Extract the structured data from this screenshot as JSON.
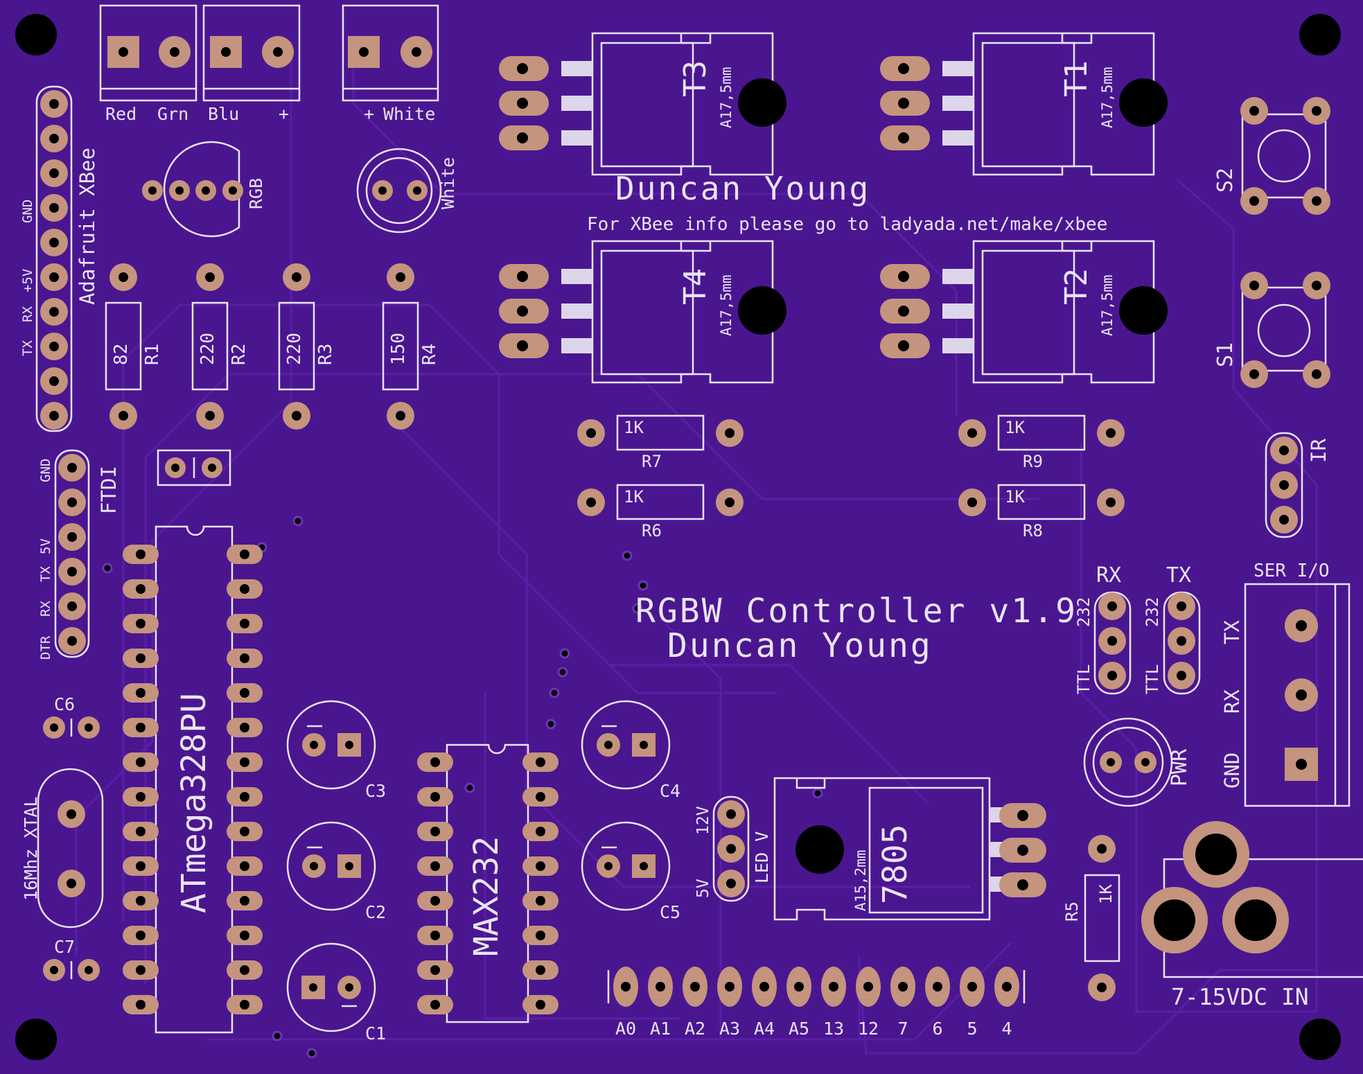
{
  "colors": {
    "board": "#4a1690",
    "silkscreen": "#e9e4f2",
    "pad": "#c4947e",
    "trace": "#5a1ea6",
    "drill": "#000000"
  },
  "title": {
    "line1": "RGBW Controller v1.9",
    "line2": "Duncan Young"
  },
  "top_text": {
    "author": "Duncan Young",
    "info": "For XBee info please go to ladyada.net/make/xbee"
  },
  "terminals": {
    "labels": [
      "Red",
      "Grn",
      "Blu",
      "+",
      "+",
      "White"
    ]
  },
  "xbee": {
    "title": "Adafruit XBee",
    "pins": [
      "GND",
      "+5V",
      "RX",
      "TX"
    ]
  },
  "ftdi": {
    "title": "FTDI",
    "pins": [
      "GND",
      "5V",
      "TX",
      "RX",
      "DTR"
    ]
  },
  "leds": {
    "rgb": "RGB",
    "white": "White",
    "pwr": "PWR"
  },
  "resistors": [
    {
      "ref": "R1",
      "value": "82"
    },
    {
      "ref": "R2",
      "value": "220"
    },
    {
      "ref": "R3",
      "value": "220"
    },
    {
      "ref": "R4",
      "value": "150"
    },
    {
      "ref": "R5",
      "value": "1K"
    },
    {
      "ref": "R6",
      "value": "1K"
    },
    {
      "ref": "R7",
      "value": "1K"
    },
    {
      "ref": "R8",
      "value": "1K"
    },
    {
      "ref": "R9",
      "value": "1K"
    }
  ],
  "transistors": [
    {
      "ref": "T1",
      "package": "A17,5mm"
    },
    {
      "ref": "T2",
      "package": "A17,5mm"
    },
    {
      "ref": "T3",
      "package": "A17,5mm"
    },
    {
      "ref": "T4",
      "package": "A17,5mm"
    }
  ],
  "regulator": {
    "ref": "7805",
    "package": "A15,2mm"
  },
  "ics": {
    "mcu": "ATmega328PU",
    "driver": "MAX232"
  },
  "capacitors": [
    "C1",
    "C2",
    "C3",
    "C4",
    "C5",
    "C6",
    "C7"
  ],
  "crystal": "16Mhz XTAL",
  "switches": [
    "S1",
    "S2"
  ],
  "ir": "IR",
  "serial": {
    "rx_header": "RX",
    "tx_header": "TX",
    "mode_top": "232",
    "mode_bottom": "TTL",
    "connector": "SER I/O",
    "pins": [
      "TX",
      "RX",
      "GND"
    ]
  },
  "led_voltage": {
    "label": "LED V",
    "options": [
      "12V",
      "5V"
    ]
  },
  "power_input": "7-15VDC IN",
  "io_header": [
    "A0",
    "A1",
    "A2",
    "A3",
    "A4",
    "A5",
    "13",
    "12",
    "7",
    "6",
    "5",
    "4"
  ]
}
